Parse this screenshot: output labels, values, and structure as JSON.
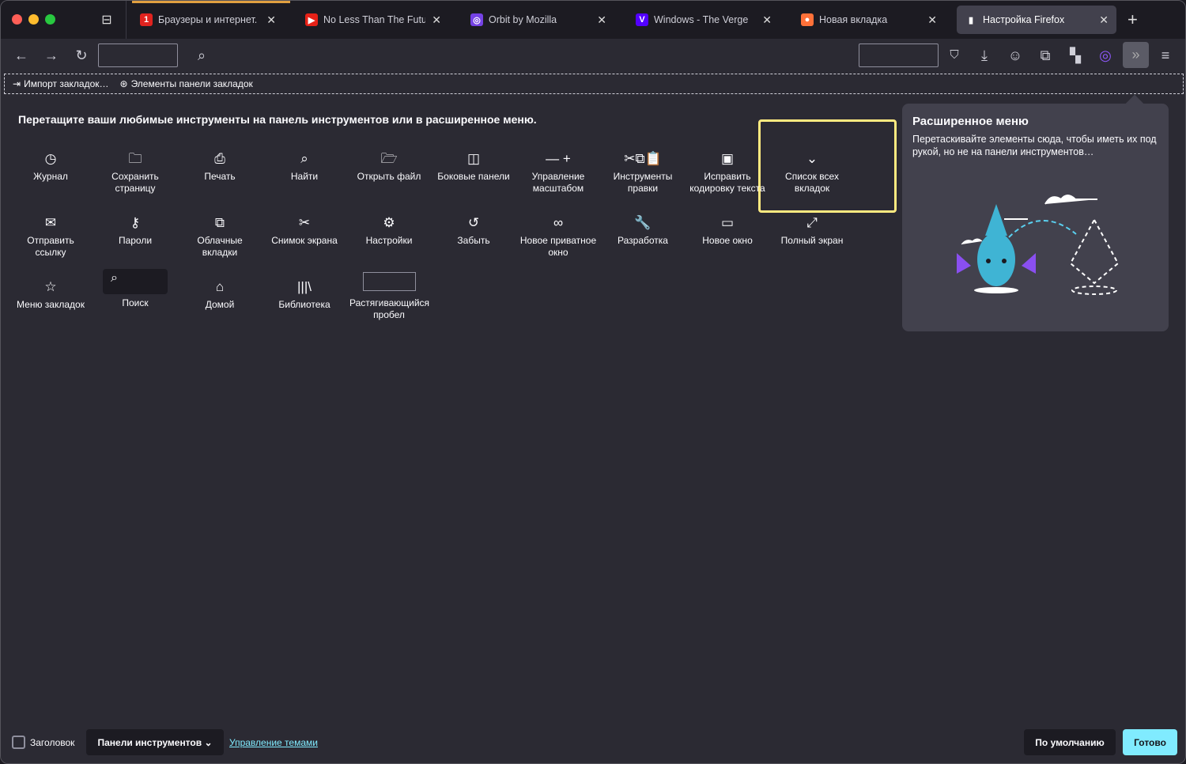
{
  "tabs": [
    {
      "title": "Браузеры и интернет. Ск",
      "favicon": "1",
      "color": "#e0231f"
    },
    {
      "title": "No Less Than The Future C",
      "favicon": "▶",
      "color": "#e62117"
    },
    {
      "title": "Orbit by Mozilla",
      "favicon": "◎",
      "color": "#7542e5"
    },
    {
      "title": "Windows - The Verge",
      "favicon": "V",
      "color": "#5200ff"
    },
    {
      "title": "Новая вкладка",
      "favicon": "●",
      "color": "#ff7139"
    },
    {
      "title": "Настройка Firefox",
      "favicon": "▮",
      "color": "#42414d"
    }
  ],
  "bookmarks": {
    "import": "Импорт закладок…",
    "toolbar_items": "Элементы панели закладок"
  },
  "heading": "Перетащите ваши любимые инструменты на панель инструментов или в расширенное меню.",
  "items": [
    {
      "label": "Журнал",
      "icon": "◷",
      "name": "history"
    },
    {
      "label": "Сохранить страницу",
      "icon": "🗀",
      "name": "save-page"
    },
    {
      "label": "Печать",
      "icon": "⎙",
      "name": "print"
    },
    {
      "label": "Найти",
      "icon": "⌕",
      "name": "find"
    },
    {
      "label": "Открыть файл",
      "icon": "🗁",
      "name": "open-file"
    },
    {
      "label": "Боковые панели",
      "icon": "◫",
      "name": "sidebars"
    },
    {
      "label": "Управление масштабом",
      "icon": "— +",
      "name": "zoom-controls"
    },
    {
      "label": "Инструменты правки",
      "icon": "✂⧉📋",
      "name": "edit-controls"
    },
    {
      "label": "Исправить кодировку текста",
      "icon": "▣",
      "name": "text-encoding"
    },
    {
      "label": "Список всех вкладок",
      "icon": "⌄",
      "name": "list-all-tabs"
    },
    {
      "label": "Отправить ссылку",
      "icon": "✉",
      "name": "email-link"
    },
    {
      "label": "Пароли",
      "icon": "⚷",
      "name": "passwords"
    },
    {
      "label": "Облачные вкладки",
      "icon": "⧉",
      "name": "synced-tabs"
    },
    {
      "label": "Снимок экрана",
      "icon": "✂",
      "name": "screenshot"
    },
    {
      "label": "Настройки",
      "icon": "⚙",
      "name": "settings"
    },
    {
      "label": "Забыть",
      "icon": "↺",
      "name": "forget"
    },
    {
      "label": "Новое приватное окно",
      "icon": "∞",
      "name": "private-window"
    },
    {
      "label": "Разработка",
      "icon": "🔧",
      "name": "developer"
    },
    {
      "label": "Новое окно",
      "icon": "▭",
      "name": "new-window"
    },
    {
      "label": "Полный экран",
      "icon": "⤢",
      "name": "fullscreen"
    },
    {
      "label": "Меню закладок",
      "icon": "☆",
      "name": "bookmarks-menu"
    },
    {
      "label": "Поиск",
      "icon": "⌕",
      "name": "search"
    },
    {
      "label": "Домой",
      "icon": "⌂",
      "name": "home"
    },
    {
      "label": "Библиотека",
      "icon": "|||\\",
      "name": "library"
    },
    {
      "label": "Растягивающийся пробел",
      "icon": "",
      "name": "flexible-space"
    }
  ],
  "overflow": {
    "title": "Расширенное меню",
    "text": "Перетаскивайте элементы сюда, чтобы иметь их под рукой, но не на панели инструментов…"
  },
  "footer": {
    "title_bar": "Заголовок",
    "toolbars": "Панели инструментов",
    "themes": "Управление темами",
    "restore": "По умолчанию",
    "done": "Готово"
  },
  "colors": {
    "done": "#80ebff",
    "highlight": "#ffea80",
    "link": "#80ebff"
  }
}
